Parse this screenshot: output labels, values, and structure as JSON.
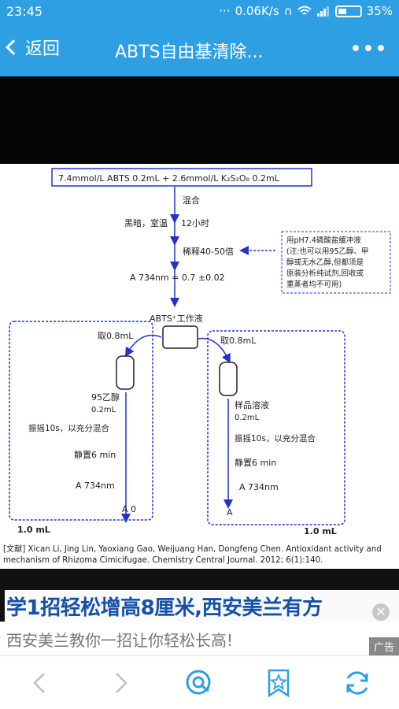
{
  "status_bar": {
    "time": "23:45",
    "dots": "···",
    "net_speed": "0.06K/s",
    "battery": "35%"
  },
  "title_bar": {
    "back_label": "返回",
    "title": "ABTS自由基清除...",
    "more_label": "•••"
  },
  "figure": {
    "reagents": "7.4mmol/L ABTS  0.2mL     +     2.6mmol/L K₂S₂O₈ 0.2mL",
    "step_mix": "混合",
    "step_dark": "黑暗，室温",
    "step_time": "12小时",
    "step_dilute": "稀释40-50倍",
    "absorbance": "A 734nm = 0.7 ±0.02",
    "buffer_note": [
      "用pH7.4磷酸盐缓冲液",
      "(注:也可以用95乙醇、甲",
      "醇或无水乙醇,但都须是",
      "原装分析纯试剂,回收或",
      "重蒸者均不可用)"
    ],
    "working_solution": "ABTS⁺工作液",
    "left": {
      "take": "取0.8mL",
      "reagent": "95乙醇",
      "volume": "0.2mL",
      "shake": "振摇10s，以充分混合",
      "stand": "静置6 min",
      "measure": "A 734nm",
      "result": "A 0",
      "total": "1.0 mL"
    },
    "right": {
      "take": "取0.8mL",
      "reagent": "样品溶液",
      "volume": "0.2mL",
      "shake": "振摇10s，以充分混合",
      "stand": "静置6 min",
      "measure": "A 734nm",
      "result": "A",
      "total": "1.0 mL"
    },
    "reference": "[文献] Xican Li, Jing Lin, Yaoxiang Gao, Weijuang Han, Dongfeng Chen. Antioxidant activity and mechanism of Rhizoma Cimicifugae. Chemistry Central Journal. 2012; 6(1):140."
  },
  "ad": {
    "headline": "学1招轻松增高8厘米,西安美兰有方",
    "subtext": "西安美兰教你一招让你轻松长高!",
    "tag": "广告"
  },
  "toolbar": {
    "icons": [
      "back-arrow-icon",
      "forward-arrow-icon",
      "search-icon",
      "bookmark-star-icon",
      "refresh-icon"
    ]
  },
  "colors": {
    "accent": "#2f9fe4",
    "arrow_blue": "#2233cc",
    "ad_blue": "#1551a8"
  }
}
